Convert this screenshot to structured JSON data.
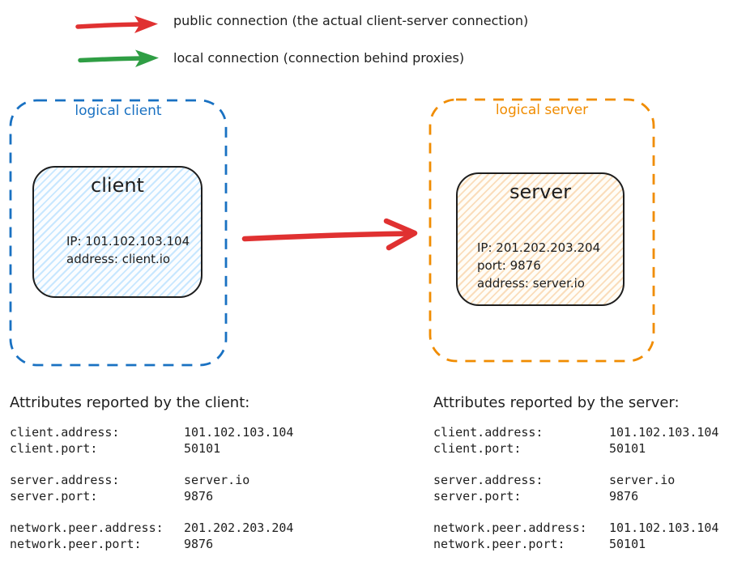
{
  "legend": {
    "items": [
      {
        "name": "public connection",
        "label": "public connection (the actual client-server connection)",
        "color": "#e03131"
      },
      {
        "name": "local connection",
        "label": "local connection (connection behind proxies)",
        "color": "#2f9e44"
      }
    ]
  },
  "client_group": {
    "label": "logical client",
    "accent_color": "#1971c2",
    "node": {
      "title": "client",
      "lines": [
        "IP: 101.102.103.104",
        "address: client.io"
      ]
    }
  },
  "server_group": {
    "label": "logical server",
    "accent_color": "#f08c00",
    "node": {
      "title": "server",
      "lines": [
        "IP: 201.202.203.204",
        "port: 9876",
        "address: server.io"
      ]
    }
  },
  "connection_arrow": {
    "name": "public connection from client to server",
    "color": "#e03131"
  },
  "client_attributes": {
    "heading": "Attributes reported by the client:",
    "groups": [
      {
        "rows": [
          {
            "key": "client.address:",
            "value": "101.102.103.104"
          },
          {
            "key": "client.port:",
            "value": "50101"
          }
        ]
      },
      {
        "rows": [
          {
            "key": "server.address:",
            "value": "server.io"
          },
          {
            "key": "server.port:",
            "value": "9876"
          }
        ]
      },
      {
        "rows": [
          {
            "key": "network.peer.address:",
            "value": "201.202.203.204"
          },
          {
            "key": "network.peer.port:",
            "value": "9876"
          }
        ]
      }
    ]
  },
  "server_attributes": {
    "heading": "Attributes reported by the server:",
    "groups": [
      {
        "rows": [
          {
            "key": "client.address:",
            "value": "101.102.103.104"
          },
          {
            "key": "client.port:",
            "value": "50101"
          }
        ]
      },
      {
        "rows": [
          {
            "key": "server.address:",
            "value": "server.io"
          },
          {
            "key": "server.port:",
            "value": "9876"
          }
        ]
      },
      {
        "rows": [
          {
            "key": "network.peer.address:",
            "value": "101.102.103.104"
          },
          {
            "key": "network.peer.port:",
            "value": "50101"
          }
        ]
      }
    ]
  },
  "colors": {
    "ink": "#1e1e1e",
    "public_arrow_red": "#e03131",
    "local_arrow_green": "#2f9e44",
    "client_blue": "#1971c2",
    "server_orange": "#f08c00",
    "client_fill_hatch": "#a5d8ff",
    "server_fill_hatch": "#f6c38a"
  }
}
